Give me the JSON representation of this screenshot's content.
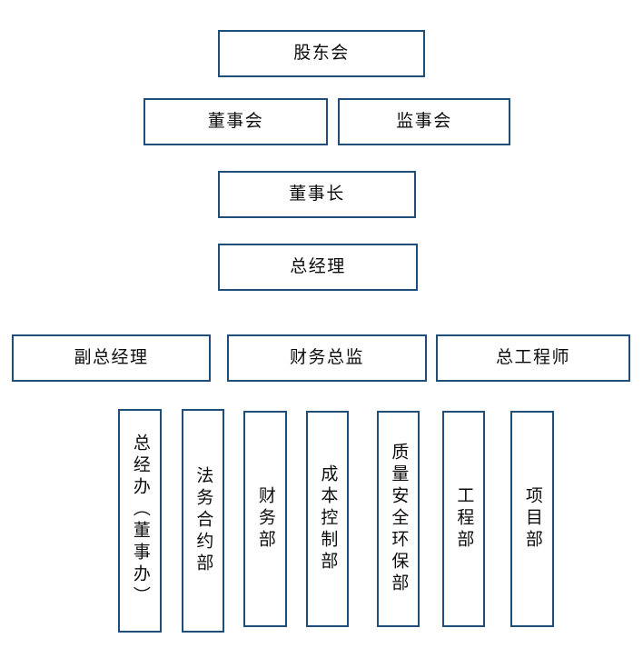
{
  "chart_data": {
    "type": "diagram",
    "title": "",
    "diagram_kind": "organizational-chart",
    "orientation": "top-down",
    "border_color": "#1f4e79",
    "text_color": "#0d0d0d",
    "background_color": "#ffffff",
    "levels": [
      {
        "level": 1,
        "nodes": [
          "股东会"
        ]
      },
      {
        "level": 2,
        "nodes": [
          "董事会",
          "监事会"
        ]
      },
      {
        "level": 3,
        "nodes": [
          "董事长"
        ]
      },
      {
        "level": 4,
        "nodes": [
          "总经理"
        ]
      },
      {
        "level": 5,
        "nodes": [
          "副总经理",
          "财务总监",
          "总工程师"
        ]
      },
      {
        "level": 6,
        "nodes": [
          "总经办（董事办）",
          "法务合约部",
          "财务部",
          "成本控制部",
          "质量安全环保部",
          "工程部",
          "项目部"
        ]
      }
    ]
  },
  "boxes": {
    "shareholders_meeting": {
      "label": "股东会"
    },
    "board_of_directors": {
      "label": "董事会"
    },
    "board_of_supervisors": {
      "label": "监事会"
    },
    "chairman": {
      "label": "董事长"
    },
    "general_manager": {
      "label": "总经理"
    },
    "deputy_general_manager": {
      "label": "副总经理"
    },
    "financial_director": {
      "label": "财务总监"
    },
    "chief_engineer": {
      "label": "总工程师"
    },
    "gm_office": {
      "label": "总经办（董事办）"
    },
    "legal_contract_dept": {
      "label": "法务合约部"
    },
    "finance_dept": {
      "label": "财务部"
    },
    "cost_control_dept": {
      "label": "成本控制部"
    },
    "quality_safety_env_dept": {
      "label": "质量安全环保部"
    },
    "engineering_dept": {
      "label": "工程部"
    },
    "project_dept": {
      "label": "项目部"
    }
  }
}
